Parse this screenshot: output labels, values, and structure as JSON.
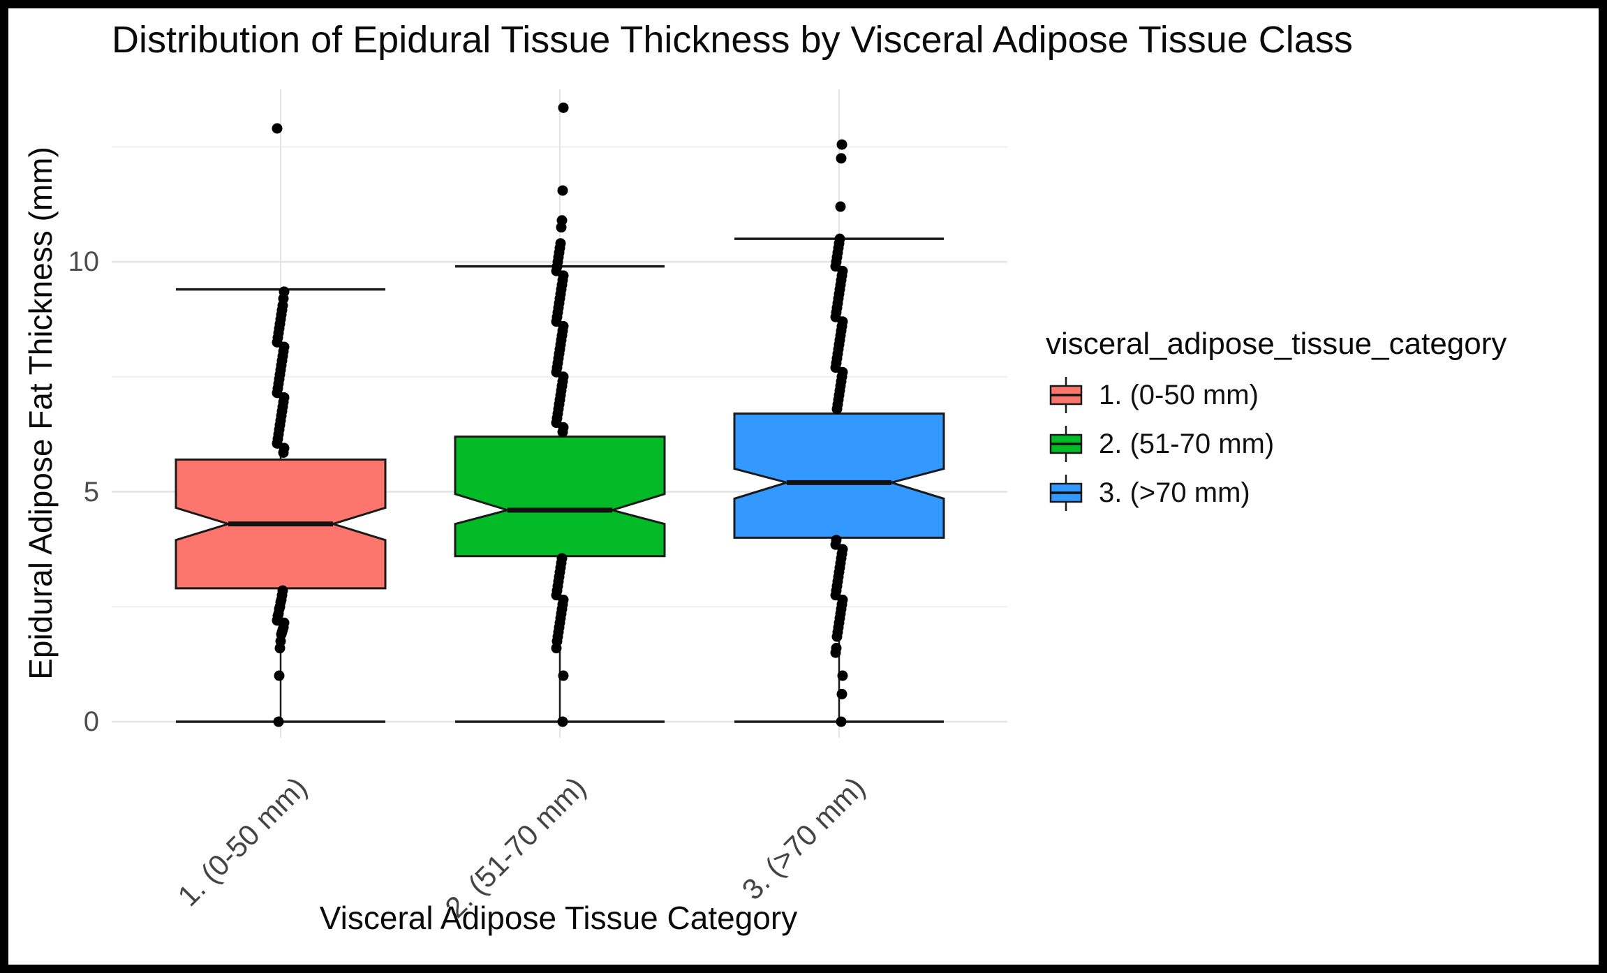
{
  "title": "Distribution of Epidural Tissue Thickness by Visceral Adipose Tissue Class",
  "style": {
    "background": "#FFFFFF",
    "frame_color": "#000000",
    "box_border": "#1A1A1A",
    "median_color": "#111111",
    "point_color": "#000000",
    "grid_major": "#E3E3E3",
    "grid_minor": "#EFEFEF",
    "tick_label_color": "#4D4D4D",
    "text_color": "#0A0A0A"
  },
  "legend": {
    "title": "visceral_adipose_tissue_category",
    "position": "right",
    "items": [
      {
        "label": "1. (0-50 mm)",
        "color": "#FC766D"
      },
      {
        "label": "2. (51-70 mm)",
        "color": "#02BB26"
      },
      {
        "label": "3. (>70 mm)",
        "color": "#3399FF"
      }
    ]
  },
  "chart_data": {
    "type": "boxplot",
    "notched": true,
    "title": "Distribution of Epidural Tissue Thickness by Visceral Adipose Tissue Class",
    "xlabel": "Visceral Adipose Tissue Category",
    "ylabel": "Epidural Adipose Fat Thickness (mm)",
    "categories": [
      "1. (0-50 mm)",
      "2. (51-70 mm)",
      "3. (>70 mm)"
    ],
    "ylim": [
      -0.35,
      13.75
    ],
    "yticks": [
      0,
      5,
      10
    ],
    "yminor": [
      2.5,
      7.5,
      12.5
    ],
    "grid": "horizontal major+minor gridlines, vertical gridline at each category center",
    "legend_position": "right",
    "series": [
      {
        "label": "1. (0-50 mm)",
        "color": "#FC766D",
        "whisker_low": 0,
        "q1": 2.9,
        "median": 4.3,
        "q3": 5.7,
        "whisker_high": 9.4,
        "notch_low": 3.95,
        "notch_high": 4.65,
        "points": [
          12.9,
          9.35,
          9.2,
          9.05,
          8.95,
          8.85,
          8.75,
          8.65,
          8.55,
          8.45,
          8.35,
          8.25,
          8.15,
          8.05,
          7.95,
          7.85,
          7.75,
          7.65,
          7.55,
          7.45,
          7.35,
          7.25,
          7.15,
          7.05,
          6.95,
          6.85,
          6.75,
          6.65,
          6.55,
          6.45,
          6.35,
          6.25,
          6.15,
          6.05,
          5.95,
          5.85,
          2.85,
          2.75,
          2.65,
          2.6,
          2.5,
          2.45,
          2.35,
          2.3,
          2.2,
          2.15,
          2.05,
          2.0,
          1.95,
          1.9,
          1.75,
          1.6,
          1.0,
          0
        ]
      },
      {
        "label": "2. (51-70 mm)",
        "color": "#02BB26",
        "whisker_low": 0,
        "q1": 3.6,
        "median": 4.6,
        "q3": 6.2,
        "whisker_high": 9.9,
        "notch_low": 4.3,
        "notch_high": 4.95,
        "points": [
          13.35,
          11.55,
          10.9,
          10.75,
          10.4,
          10.3,
          10.2,
          10.1,
          10.0,
          9.9,
          9.8,
          9.7,
          9.6,
          9.5,
          9.4,
          9.3,
          9.2,
          9.1,
          9.0,
          8.9,
          8.8,
          8.7,
          8.6,
          8.5,
          8.4,
          8.3,
          8.2,
          8.1,
          8.0,
          7.9,
          7.8,
          7.7,
          7.6,
          7.5,
          7.4,
          7.3,
          7.2,
          7.1,
          7.0,
          6.9,
          6.8,
          6.7,
          6.6,
          6.5,
          6.4,
          6.3,
          3.55,
          3.45,
          3.35,
          3.25,
          3.15,
          3.05,
          2.95,
          2.85,
          2.75,
          2.65,
          2.55,
          2.45,
          2.35,
          2.25,
          2.15,
          2.05,
          1.95,
          1.85,
          1.75,
          1.6,
          1.0,
          0
        ]
      },
      {
        "label": "3. (>70 mm)",
        "color": "#3399FF",
        "whisker_low": 0,
        "q1": 4.0,
        "median": 5.2,
        "q3": 6.7,
        "whisker_high": 10.5,
        "notch_low": 4.85,
        "notch_high": 5.5,
        "points": [
          12.55,
          12.25,
          11.2,
          10.5,
          10.4,
          10.3,
          10.2,
          10.1,
          10.0,
          9.9,
          9.8,
          9.7,
          9.6,
          9.5,
          9.4,
          9.3,
          9.2,
          9.1,
          9.0,
          8.9,
          8.8,
          8.7,
          8.6,
          8.5,
          8.4,
          8.3,
          8.2,
          8.1,
          8.0,
          7.9,
          7.8,
          7.7,
          7.6,
          7.5,
          7.4,
          7.3,
          7.2,
          7.1,
          7.0,
          6.9,
          6.8,
          3.95,
          3.85,
          3.75,
          3.65,
          3.55,
          3.45,
          3.35,
          3.25,
          3.15,
          3.05,
          2.95,
          2.85,
          2.75,
          2.65,
          2.55,
          2.45,
          2.35,
          2.25,
          2.15,
          2.05,
          1.95,
          1.85,
          1.6,
          1.5,
          1.0,
          0.6,
          0
        ]
      }
    ]
  }
}
